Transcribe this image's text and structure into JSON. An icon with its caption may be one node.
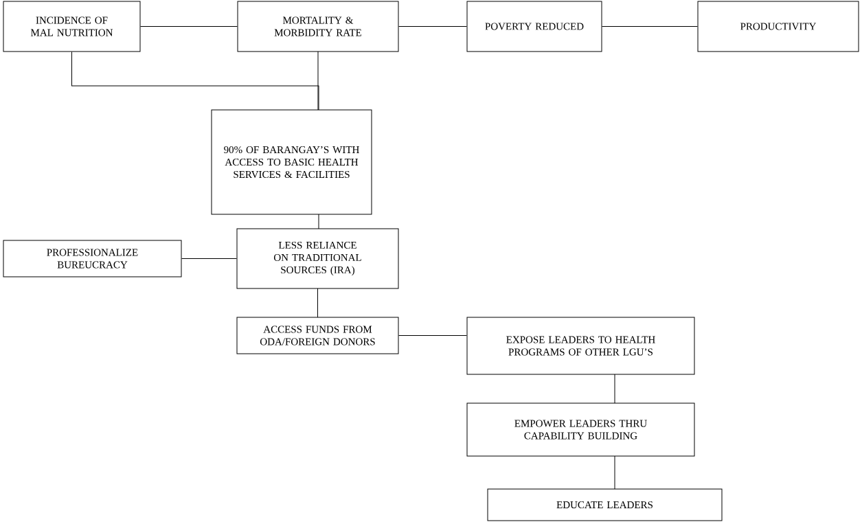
{
  "diagram": {
    "nodes": [
      {
        "text": [
          "INCIDENCE OF MAL NUTRITION"
        ]
      },
      {
        "text": [
          "MORTALITY & MORBIDITY RATE"
        ]
      },
      {
        "text": [
          "POVERTY REDUCED"
        ]
      },
      {
        "text": [
          "PRODUCTIVITY"
        ]
      },
      {
        "text": [
          "90% OF BARANGAY’S WITH ACCESS TO BASIC HEALTH SERVICES & FACILITIES"
        ]
      },
      {
        "text": [
          "PROFESSIONALIZE BUREUCRACY"
        ]
      },
      {
        "text": [
          "LESS RELIANCE ON TRADITIONAL SOURCES (IRA)"
        ]
      },
      {
        "text": [
          "ACCESS FUNDS FROM ODA/FOREIGN DONORS"
        ]
      },
      {
        "text": [
          "EXPOSE LEADERS TO HEALTH PROGRAMS OF OTHER LGU’S"
        ]
      },
      {
        "text": [
          "EMPOWER LEADERS THRU CAPABILITY BUILDING"
        ]
      },
      {
        "text": [
          "EDUCATE LEADERS"
        ]
      }
    ],
    "edges": [
      {
        "from": 0,
        "to": 1,
        "arrow": "none"
      },
      {
        "from": 1,
        "to": 2,
        "arrow": "none"
      },
      {
        "from": 2,
        "to": 3,
        "arrow": "none"
      },
      {
        "from": 0,
        "to": 4,
        "arrow": "none"
      },
      {
        "from": 1,
        "to": 4,
        "arrow": "none"
      },
      {
        "from": 4,
        "to": 6,
        "arrow": "none"
      },
      {
        "from": 5,
        "to": 6,
        "arrow": "none"
      },
      {
        "from": 6,
        "to": 7,
        "arrow": "none"
      },
      {
        "from": 7,
        "to": 8,
        "arrow": "none"
      },
      {
        "from": 8,
        "to": 9,
        "arrow": "none"
      },
      {
        "from": 9,
        "to": 10,
        "arrow": "none"
      }
    ]
  }
}
